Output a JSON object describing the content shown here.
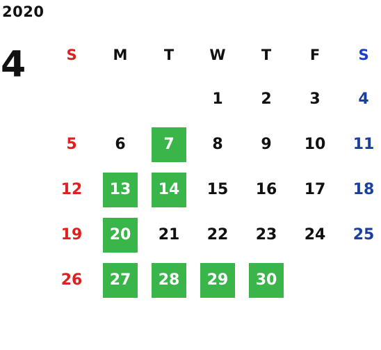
{
  "year": "2020",
  "month": "4",
  "colors": {
    "sunday": "#e02020",
    "saturday": "#1a3fa0",
    "highlight": "#3ab54a"
  },
  "weekdays": [
    "S",
    "M",
    "T",
    "W",
    "T",
    "F",
    "S"
  ],
  "weeks": [
    [
      {
        "d": ""
      },
      {
        "d": ""
      },
      {
        "d": ""
      },
      {
        "d": "1",
        "hl": false
      },
      {
        "d": "2",
        "hl": false
      },
      {
        "d": "3",
        "hl": false
      },
      {
        "d": "4",
        "hl": false
      }
    ],
    [
      {
        "d": "5",
        "hl": false
      },
      {
        "d": "6",
        "hl": false
      },
      {
        "d": "7",
        "hl": true
      },
      {
        "d": "8",
        "hl": false
      },
      {
        "d": "9",
        "hl": false
      },
      {
        "d": "10",
        "hl": false
      },
      {
        "d": "11",
        "hl": false
      }
    ],
    [
      {
        "d": "12",
        "hl": false
      },
      {
        "d": "13",
        "hl": true
      },
      {
        "d": "14",
        "hl": true
      },
      {
        "d": "15",
        "hl": false
      },
      {
        "d": "16",
        "hl": false
      },
      {
        "d": "17",
        "hl": false
      },
      {
        "d": "18",
        "hl": false
      }
    ],
    [
      {
        "d": "19",
        "hl": false
      },
      {
        "d": "20",
        "hl": true
      },
      {
        "d": "21",
        "hl": false
      },
      {
        "d": "22",
        "hl": false
      },
      {
        "d": "23",
        "hl": false
      },
      {
        "d": "24",
        "hl": false
      },
      {
        "d": "25",
        "hl": false
      }
    ],
    [
      {
        "d": "26",
        "hl": false
      },
      {
        "d": "27",
        "hl": true
      },
      {
        "d": "28",
        "hl": true
      },
      {
        "d": "29",
        "hl": true
      },
      {
        "d": "30",
        "hl": true
      },
      {
        "d": ""
      },
      {
        "d": ""
      }
    ]
  ]
}
